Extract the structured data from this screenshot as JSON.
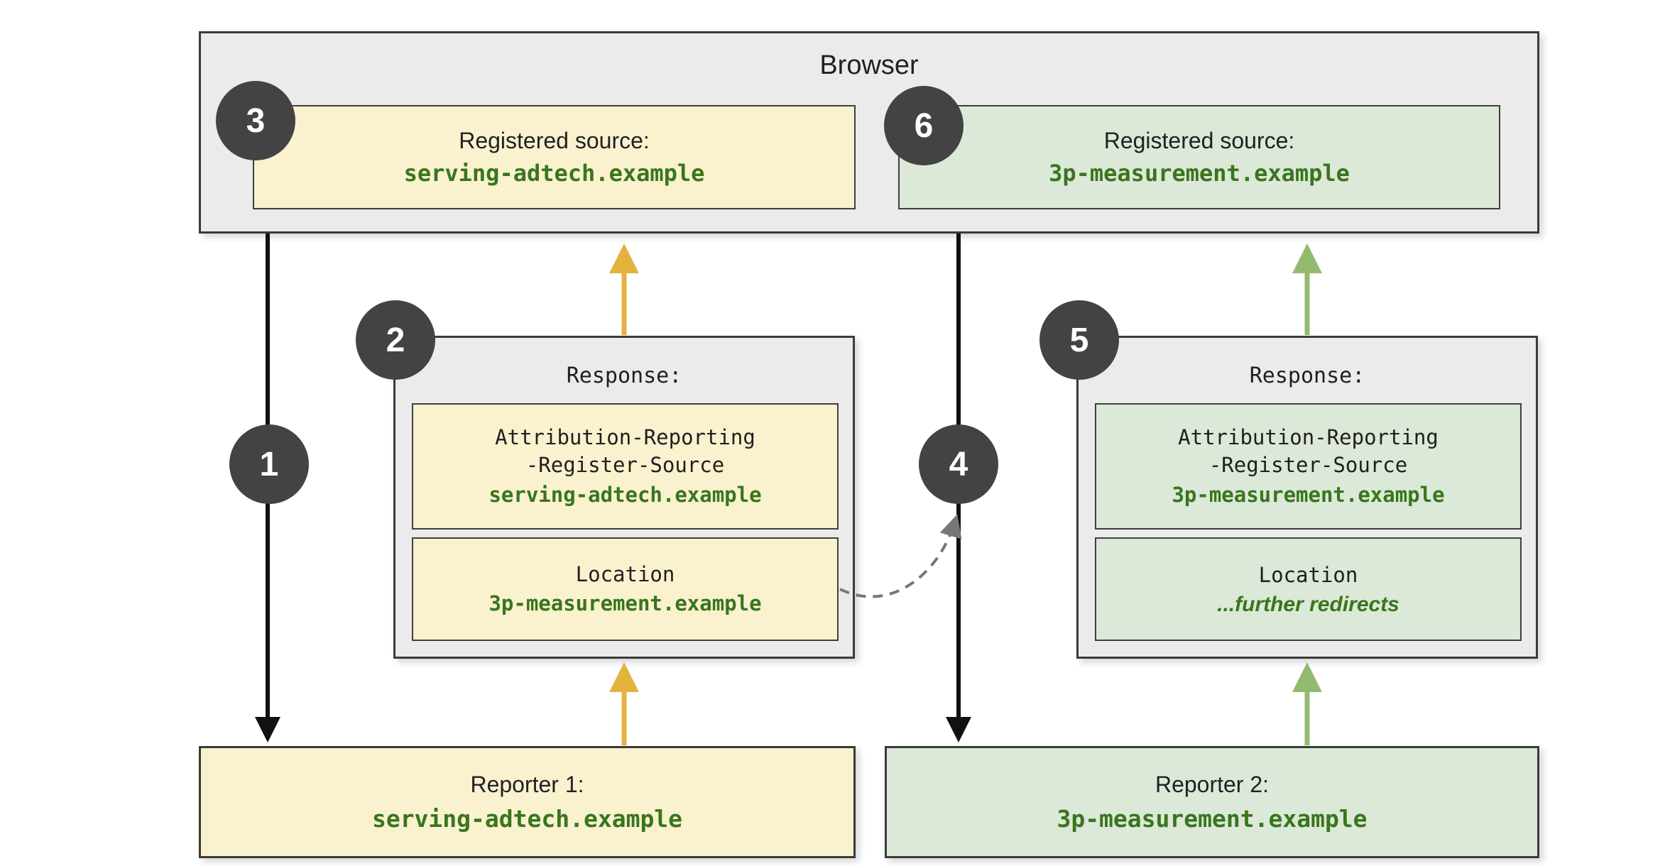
{
  "browser": {
    "title": "Browser"
  },
  "steps": [
    "1",
    "2",
    "3",
    "4",
    "5",
    "6"
  ],
  "registered_sources": [
    {
      "step": "3",
      "label": "Registered source:",
      "value": "serving-adtech.example"
    },
    {
      "step": "6",
      "label": "Registered source:",
      "value": "3p-measurement.example"
    }
  ],
  "responses": [
    {
      "step": "2",
      "title": "Response:",
      "blocks": [
        {
          "header": "Attribution-Reporting\n-Register-Source",
          "value": "serving-adtech.example"
        },
        {
          "header": "Location",
          "value": "3p-measurement.example"
        }
      ]
    },
    {
      "step": "5",
      "title": "Response:",
      "blocks": [
        {
          "header": "Attribution-Reporting\n-Register-Source",
          "value": "3p-measurement.example"
        },
        {
          "header": "Location",
          "value": "...further redirects"
        }
      ]
    }
  ],
  "reporters": [
    {
      "label": "Reporter 1:",
      "value": "serving-adtech.example"
    },
    {
      "label": "Reporter 2:",
      "value": "3p-measurement.example"
    }
  ],
  "colors": {
    "gray_fill": "#ebebeb",
    "yellow_fill": "#faf1cf",
    "green_fill": "#dce8d8",
    "code_green": "#38761d",
    "yellow_arrow": "#e3b33e",
    "green_arrow": "#94ba70",
    "black_arrow": "#111111",
    "dashed_gray": "#777777",
    "step_circle": "#434343"
  }
}
